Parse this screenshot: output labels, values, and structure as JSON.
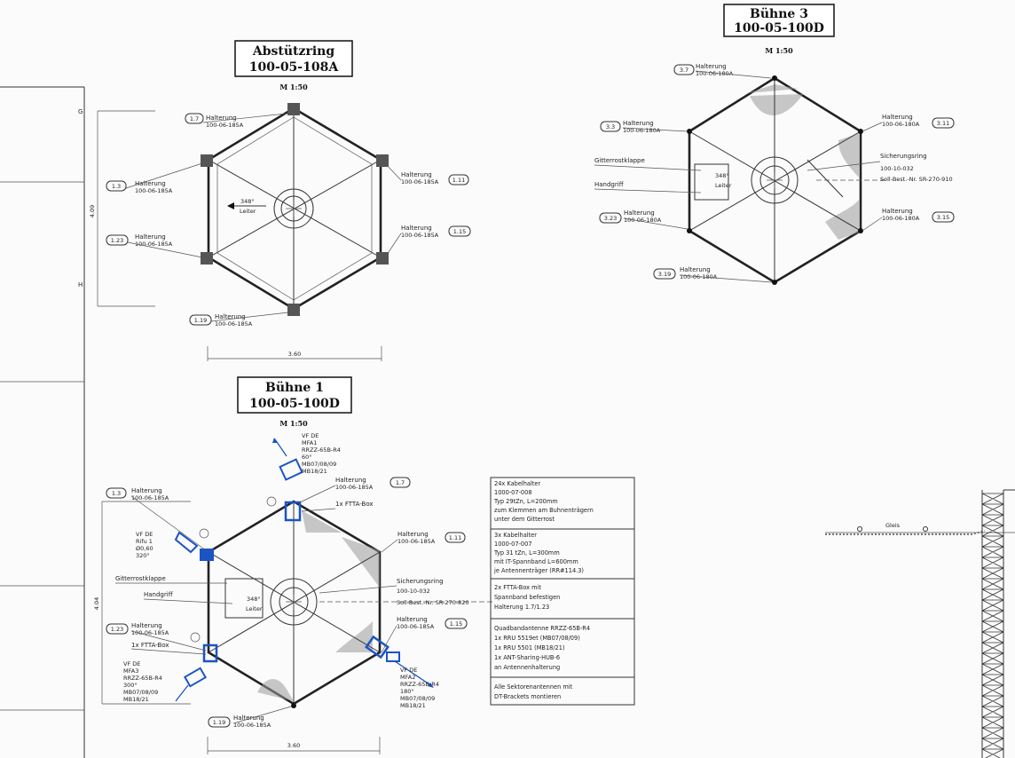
{
  "drawings": [
    {
      "title": "Abstützring",
      "number": "100-05-108A",
      "scale": "M 1:50",
      "dim_width": "3.60",
      "dim_height": "4.09",
      "labels": [
        {
          "ref": "1.7",
          "name": "Halterung",
          "part": "100-06-185A"
        },
        {
          "ref": "1.3",
          "name": "Halterung",
          "part": "100-06-185A"
        },
        {
          "ref": "1.23",
          "name": "Halterung",
          "part": "100-06-185A"
        },
        {
          "ref": "1.19",
          "name": "Halterung",
          "part": "100-06-185A"
        },
        {
          "ref": "1.11",
          "name": "Halterung",
          "part": "100-06-185A"
        },
        {
          "ref": "1.15",
          "name": "Halterung",
          "part": "100-06-185A"
        }
      ],
      "ladder": {
        "angle": "348°",
        "text": "Leiter"
      }
    },
    {
      "title": "Bühne 3",
      "number": "100-05-100D",
      "scale": "M 1:50",
      "labels": [
        {
          "ref": "3.7",
          "name": "Halterung",
          "part": "100-06-180A"
        },
        {
          "ref": "3.3",
          "name": "Halterung",
          "part": "100-06-180A"
        },
        {
          "ref": "3.23",
          "name": "Halterung",
          "part": "100-06-180A"
        },
        {
          "ref": "3.19",
          "name": "Halterung",
          "part": "100-06-180A"
        },
        {
          "ref": "3.11",
          "name": "Halterung",
          "part": "100-06-180A"
        },
        {
          "ref": "3.15",
          "name": "Halterung",
          "part": "100-06-180A"
        }
      ],
      "extra": {
        "gitterrost": "Gitterrostklappe",
        "handgriff": "Handgriff",
        "ring": "Sicherungsring",
        "ring_part": "100-10-032",
        "soll": "Soll-Best.-Nr. SR-270-910"
      },
      "ladder": {
        "angle": "348°",
        "text": "Leiter"
      }
    },
    {
      "title": "Bühne 1",
      "number": "100-05-100D",
      "scale": "M 1:50",
      "dim_width": "3.60",
      "dim_height": "4.04",
      "labels": [
        {
          "ref": "1.3",
          "name": "Halterung",
          "part": "100-06-185A"
        },
        {
          "ref": "1.7",
          "name": "Halterung",
          "part": "100-06-185A"
        },
        {
          "ref": "1.11",
          "name": "Halterung",
          "part": "100-06-185A"
        },
        {
          "ref": "1.15",
          "name": "Halterung",
          "part": "100-06-185A"
        },
        {
          "ref": "1.23",
          "name": "Halterung",
          "part": "100-06-185A"
        },
        {
          "ref": "1.19",
          "name": "Halterung",
          "part": "100-06-185A"
        }
      ],
      "extra": {
        "gitterrost": "Gitterrostklappe",
        "handgriff": "Handgriff",
        "ring": "Sicherungsring",
        "ring_part": "100-10-032",
        "soll": "Soll-Best.-Nr. SR-270-820",
        "ftta_top": "1x FTTA-Box",
        "ftta_bottom": "1x FTTA-Box"
      },
      "ladder": {
        "angle": "348°",
        "text": "Leiter"
      },
      "antennas": {
        "top": [
          "VF DE",
          "MFA1",
          "RRZZ-65B-R4",
          "60°",
          "MB07/08/09",
          "MB18/21"
        ],
        "left": [
          "VF DE",
          "Rifu 1",
          "Ø0,60",
          "320°"
        ],
        "bottom_left": [
          "VF DE",
          "MFA3",
          "RRZZ-65B-R4",
          "300°",
          "MB07/08/09",
          "MB18/21"
        ],
        "bottom_right": [
          "VF DE",
          "MFA2",
          "RRZZ-65B-R4",
          "180°",
          "MB07/08/09",
          "MB18/21"
        ]
      }
    }
  ],
  "notes": [
    [
      "24x Kabelhalter",
      "1000-07-008",
      "Typ 29tZn, L=200mm",
      "zum Klemmen am Buhnenträgern",
      "unter dem Gitterrost"
    ],
    [
      "3x Kabelhalter",
      "1000-07-007",
      "Typ 31 tZn, L=300mm",
      "mit IT-Spannband L=600mm",
      "je Antennenträger (RR#114.3)"
    ],
    [
      "2x FTTA-Box mit",
      "Spannband befestigen",
      "Halterung 1.7/1.23"
    ],
    [
      "Quadbandantenne RRZZ-65B-R4",
      "1x RRU 5519et (MB07/08/09)",
      "1x RRU 5501 (MB18/21)",
      "1x ANT-Sharing-HUB-6",
      "an Antennenhalterung"
    ],
    [
      "Alle Sektorenantennen mit",
      "DT-Brackets montieren"
    ]
  ],
  "side": {
    "gleis": "Gleis"
  },
  "left_margin_letters": [
    "G",
    "H"
  ]
}
